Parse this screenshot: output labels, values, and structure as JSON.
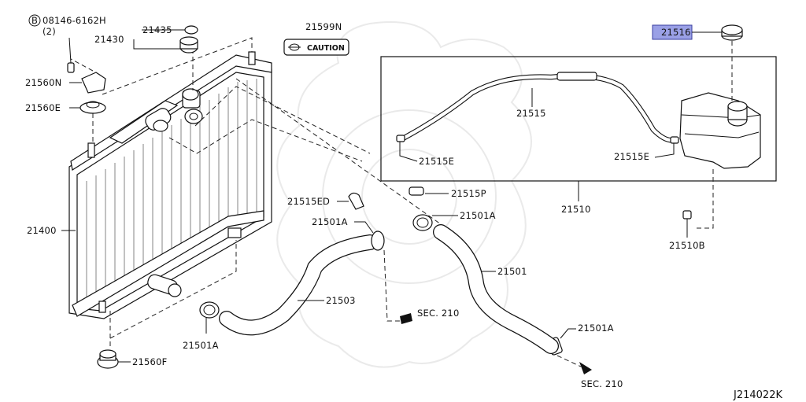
{
  "diagram_code": "J214022K",
  "caution_label": "CAUTION",
  "bolt_symbol": "B",
  "labels": {
    "p08146": "08146-6162H",
    "p08146_qty": "(2)",
    "p21435": "21435",
    "p21430": "21430",
    "p21599N": "21599N",
    "p21516": "21516",
    "p21560N": "21560N",
    "p21560E": "21560E",
    "p21400": "21400",
    "p21515": "21515",
    "p21515E_left": "21515E",
    "p21515E_right": "21515E",
    "p21510": "21510",
    "p21515ED": "21515ED",
    "p21515P": "21515P",
    "p21501A_top_left": "21501A",
    "p21501A_top_right": "21501A",
    "p21501A_bottom_left": "21501A",
    "p21501A_bottom_right": "21501A",
    "p21501": "21501",
    "p21503": "21503",
    "p21510B": "21510B",
    "p21560F": "21560F",
    "sec210_a": "SEC. 210",
    "sec210_b": "SEC. 210"
  },
  "colors": {
    "highlight_fill": "#9aa0e6",
    "highlight_stroke": "#3a3fa0",
    "line": "#111111"
  }
}
